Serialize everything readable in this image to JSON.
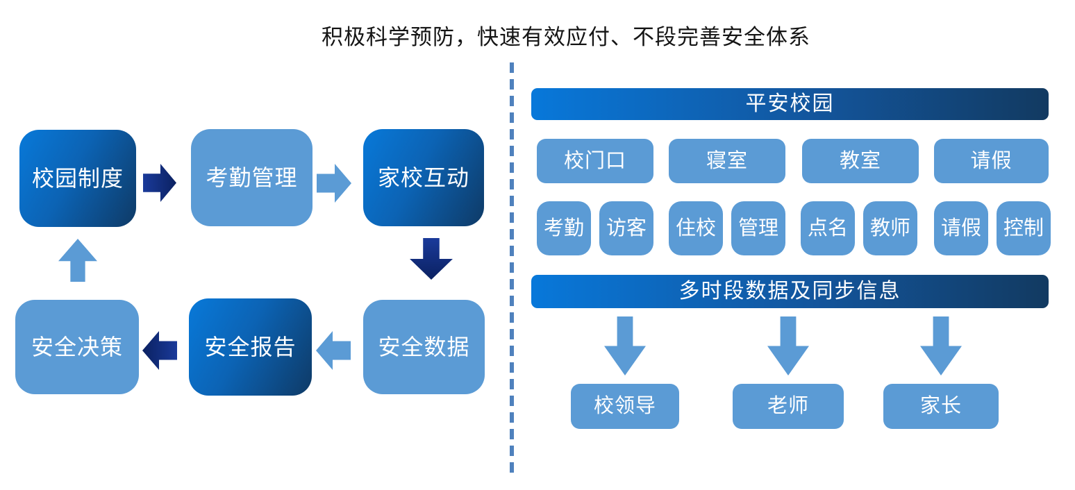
{
  "title": "积极科学预防，快速有效应付、不段完善安全体系",
  "cycle": {
    "top_row": [
      {
        "label": "校园制度"
      },
      {
        "label": "考勤管理"
      },
      {
        "label": "家校互动"
      }
    ],
    "bottom_row": [
      {
        "label": "安全决策"
      },
      {
        "label": "安全报告"
      },
      {
        "label": "安全数据"
      }
    ]
  },
  "panel": {
    "header_top": "平安校园",
    "locations": [
      {
        "label": "校门口"
      },
      {
        "label": "寝室"
      },
      {
        "label": "教室"
      },
      {
        "label": "请假"
      }
    ],
    "functions": [
      {
        "label": "考勤"
      },
      {
        "label": "访客"
      },
      {
        "label": "住校"
      },
      {
        "label": "管理"
      },
      {
        "label": "点名"
      },
      {
        "label": "教师"
      },
      {
        "label": "请假"
      },
      {
        "label": "控制"
      }
    ],
    "header_middle": "多时段数据及同步信息",
    "recipients": [
      {
        "label": "校领导"
      },
      {
        "label": "老师"
      },
      {
        "label": "家长"
      }
    ]
  },
  "colors": {
    "light_blue": "#5B9BD5",
    "bright_blue": "#0879D9",
    "dark_navy_arrow": "#0B2161",
    "navy_arrow_light_end": "#1A3A9A",
    "header_gradient_end": "#123A61",
    "divider_blue": "#4F81BD"
  }
}
